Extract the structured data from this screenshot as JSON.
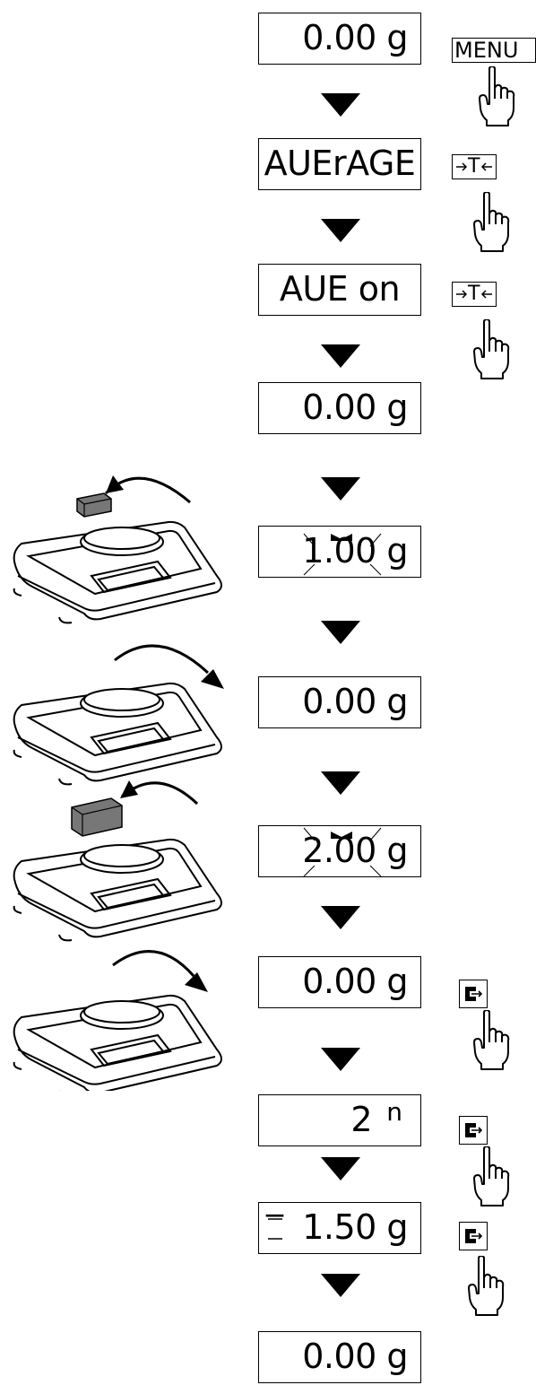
{
  "steps": [
    {
      "display": "0.00 g"
    },
    {
      "display": "AUErAGE"
    },
    {
      "display": "AUE on"
    },
    {
      "display": "0.00 g"
    },
    {
      "display": "1.00 g"
    },
    {
      "display": "0.00 g"
    },
    {
      "display": "2.00 g"
    },
    {
      "display": "0.00 g"
    },
    {
      "display": "2",
      "superscript": "n"
    },
    {
      "display": "1.50 g"
    },
    {
      "display": "0.00 g"
    }
  ],
  "keys": {
    "menu_label": "MENU",
    "tare_label": "T"
  },
  "icons": {
    "hand": "pointing-hand-icon",
    "print": "print-key-icon",
    "arrow": "arrow-down-icon",
    "scale": "weighing-scale-icon"
  }
}
